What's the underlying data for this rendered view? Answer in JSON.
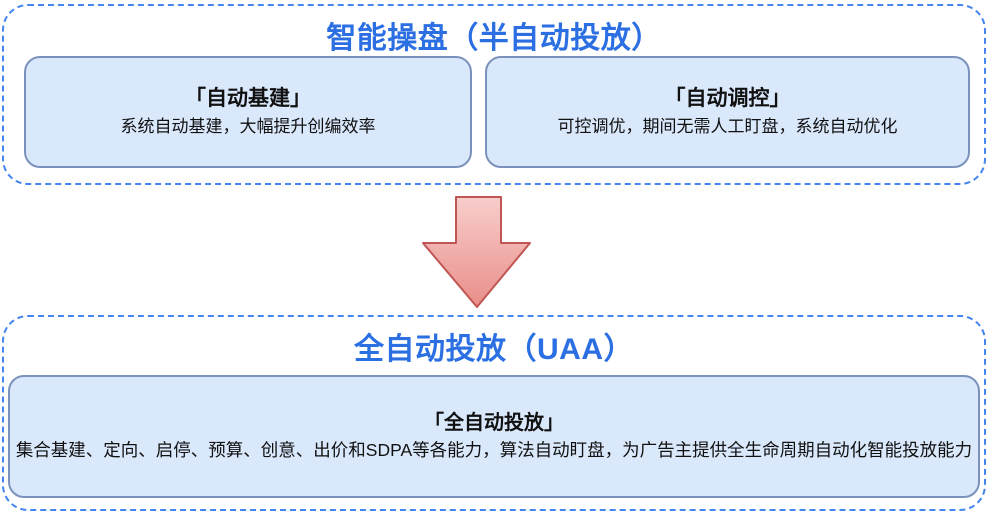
{
  "diagram": {
    "top_section": {
      "title": "智能操盘（半自动投放）",
      "cards": [
        {
          "heading": "「自动基建」",
          "description": "系统自动基建，大幅提升创编效率"
        },
        {
          "heading": "「自动调控」",
          "description": "可控调优，期间无需人工盯盘，系统自动优化"
        }
      ]
    },
    "arrow": {
      "direction": "down"
    },
    "bottom_section": {
      "title": "全自动投放（UAA）",
      "cards": [
        {
          "heading": "「全自动投放」",
          "description": "集合基建、定向、启停、预算、创意、出价和SDPA等各能力，算法自动盯盘，为广告主提供全生命周期自动化智能投放能力"
        }
      ]
    },
    "colors": {
      "title_blue": "#2b6fe3",
      "dashed_border_blue": "#4485f0",
      "card_fill": "#dae8fc",
      "card_border": "#7b92bc",
      "arrow_fill_top": "#f8cecc",
      "arrow_fill_bottom": "#e98e89",
      "arrow_stroke": "#bf5653",
      "text": "#111111"
    }
  }
}
